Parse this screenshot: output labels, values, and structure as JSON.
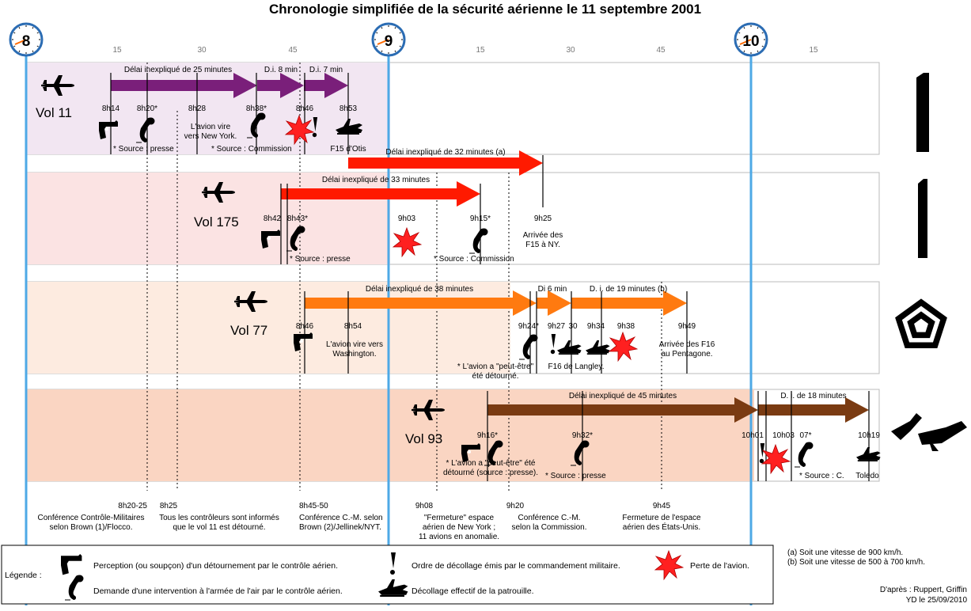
{
  "title": "Chronologie simplifiée de la sécurité aérienne le 11 septembre 2001",
  "colors": {
    "axis_blue": "#4ea9e6",
    "vol11_bg": "#f2e6f2",
    "vol11_arrow": "#7a1f7a",
    "vol175_bg": "#fbe3e3",
    "vol175_arrow": "#ff1a00",
    "vol77_bg": "#fdebe0",
    "vol77_arrow": "#ff7a10",
    "vol93_bg": "#fad5c2",
    "vol93_arrow": "#7a3b12",
    "clock_outline": "#2b6cb3",
    "clock_hand": "#ff6a00",
    "explosion": "#ff2020"
  },
  "clocks": [
    {
      "label": "8",
      "hand": "8"
    },
    {
      "label": "9",
      "hand": "9"
    },
    {
      "label": "10",
      "hand": "10"
    }
  ],
  "minute_ticks": [
    "15",
    "30",
    "45",
    "15",
    "30",
    "45",
    "15"
  ],
  "flights": {
    "vol11": {
      "name": "Vol 11",
      "arrows": [
        "Délai inexpliqué de 25 minutes",
        "D.i. 8 min",
        "D.i. 7 min"
      ],
      "times": [
        "8h14",
        "8h20*",
        "8h28",
        "8h38*",
        "8h46",
        "8h53"
      ],
      "notes": [
        "L'avion vire\nvers New York.",
        "* Source : presse",
        "* Source : Commission",
        "F15 d'Otis"
      ],
      "delay_label": "Délai inexpliqué de 32 minutes (a)"
    },
    "vol175": {
      "name": "Vol 175",
      "arrow": "Délai inexpliqué de 33 minutes",
      "times": [
        "8h42",
        "8h43*",
        "9h03",
        "9h15*",
        "9h25"
      ],
      "notes": [
        "* Source : presse",
        "* Source : Commission",
        "Arrivée des\nF15 à NY."
      ]
    },
    "vol77": {
      "name": "Vol 77",
      "arrows": [
        "Délai inexpliqué de 38 minutes",
        "Di 6 min",
        "D. i. de 19 minutes (b)"
      ],
      "times": [
        "8h46",
        "8h54",
        "9h24*",
        "9h27",
        "30",
        "9h34",
        "9h38",
        "9h49"
      ],
      "notes": [
        "L'avion vire vers\nWashington.",
        "* L'avion a \"peut-être\"\nété détourné.",
        "F16 de Langley.",
        "Arrivée des F16\nau Pentagone."
      ]
    },
    "vol93": {
      "name": "Vol 93",
      "arrows": [
        "Délai inexpliqué de 45 minutes",
        "D. i. de 18 minutes"
      ],
      "times": [
        "9h16*",
        "9h32*",
        "10h01",
        "10h03",
        "07*",
        "10h19"
      ],
      "notes": [
        "* L'avion a \"peut-être\" été\ndétourné (source : presse).",
        "* Source : presse",
        "* Source : C.",
        "Toledo"
      ]
    }
  },
  "bottom_events": [
    {
      "time": "8h20-25",
      "text": "Conférence Contrôle-Militaires\nselon Brown (1)/Flocco."
    },
    {
      "time": "8h25",
      "text": "Tous les contrôleurs sont informés\nque le vol 11 est détourné."
    },
    {
      "time": "8h45-50",
      "text": "Conférence C.-M. selon\nBrown (2)/Jellinek/NYT."
    },
    {
      "time": "9h08",
      "text": "\"Fermeture\" espace\naérien de New York ;\n11 avions en anomalie."
    },
    {
      "time": "9h20",
      "text": "Conférence C.-M.\nselon la Commission."
    },
    {
      "time": "9h45",
      "text": "Fermeture de l'espace\naérien des États-Unis."
    }
  ],
  "legend": {
    "title": "Légende :",
    "items": [
      "Perception (ou soupçon) d'un détournement par le contrôle aérien.",
      "Demande d'une intervention à l'armée de l'air par le contrôle aérien.",
      "Ordre de décollage émis par le commandement militaire.",
      "Décollage effectif de la patrouille.",
      "Perte de l'avion."
    ]
  },
  "footnotes": [
    "(a) Soit une vitesse de 900 km/h.",
    "(b) Soit une vitesse de 500 à 700 km/h."
  ],
  "credits": [
    "D'après : Ruppert, Griffin",
    "YD le 25/09/2010"
  ]
}
